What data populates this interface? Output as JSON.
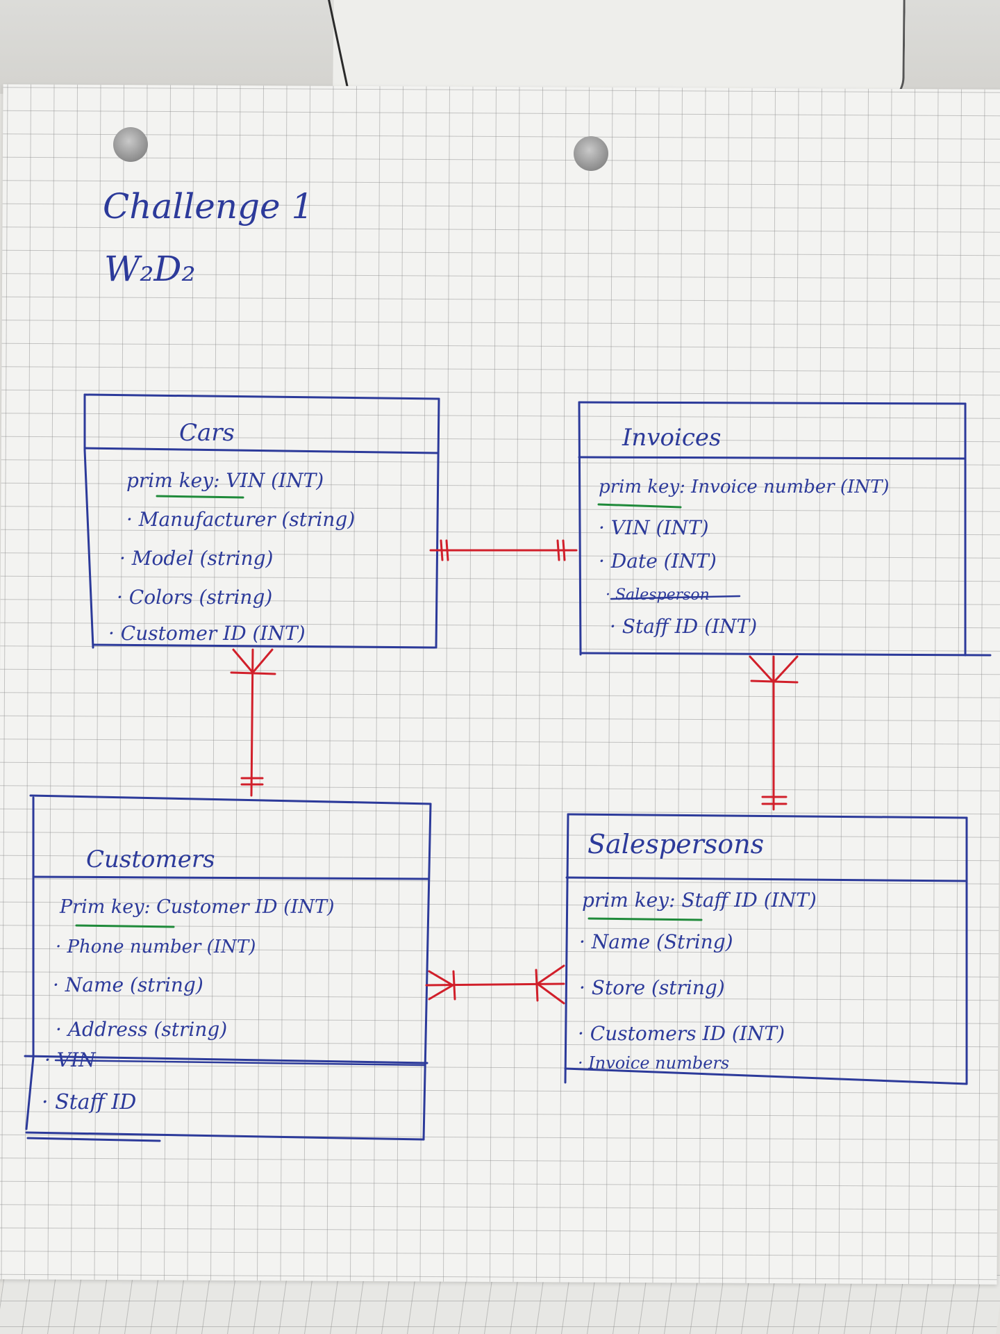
{
  "title": {
    "line1": "Challenge 1",
    "line2": "W₂D₂"
  },
  "entities": {
    "cars": {
      "name": "Cars",
      "attributes": {
        "pk_label": "prim key",
        "pk_rest": ": VIN (INT)",
        "a1": "· Manufacturer (string)",
        "a2": "· Model (string)",
        "a3": "· Colors (string)",
        "a4": "· Customer ID (INT)"
      }
    },
    "invoices": {
      "name": "Invoices",
      "attributes": {
        "pk_label": "prim key",
        "pk_rest": ": Invoice number (INT)",
        "a1": "· VIN (INT)",
        "a2": "· Date (INT)",
        "a3_struck": "· Salesperson",
        "a4": "· Staff ID (INT)"
      }
    },
    "customers": {
      "name": "Customers",
      "attributes": {
        "pk_label": "Prim key",
        "pk_rest": ": Customer ID (INT)",
        "a1": "· Phone number (INT)",
        "a2": "· Name (string)",
        "a3": "· Address (string)",
        "a4_struck": "· VIN",
        "a5": "· Staff ID"
      }
    },
    "salespersons": {
      "name": "Salespersons",
      "attributes": {
        "pk_label": "prim key",
        "pk_rest": ": Staff ID (INT)",
        "a1": "· Name (String)",
        "a2": "· Store (string)",
        "a3": "· Customers ID (INT)",
        "a4": "· Invoice numbers"
      }
    }
  },
  "relationships": [
    {
      "from": "Cars",
      "to": "Invoices",
      "from_end": "one",
      "to_end": "one"
    },
    {
      "from": "Cars",
      "to": "Customers",
      "from_end": "many",
      "to_end": "one"
    },
    {
      "from": "Invoices",
      "to": "Salespersons",
      "from_end": "many",
      "to_end": "one"
    },
    {
      "from": "Customers",
      "to": "Salespersons",
      "from_end": "one-or-many",
      "to_end": "many"
    }
  ],
  "colors": {
    "ink_blue": "#2c3a9a",
    "ink_red": "#d11f2a",
    "ink_green": "#1f8a3a",
    "grid": "#878787",
    "paper": "#f3f3f1"
  }
}
